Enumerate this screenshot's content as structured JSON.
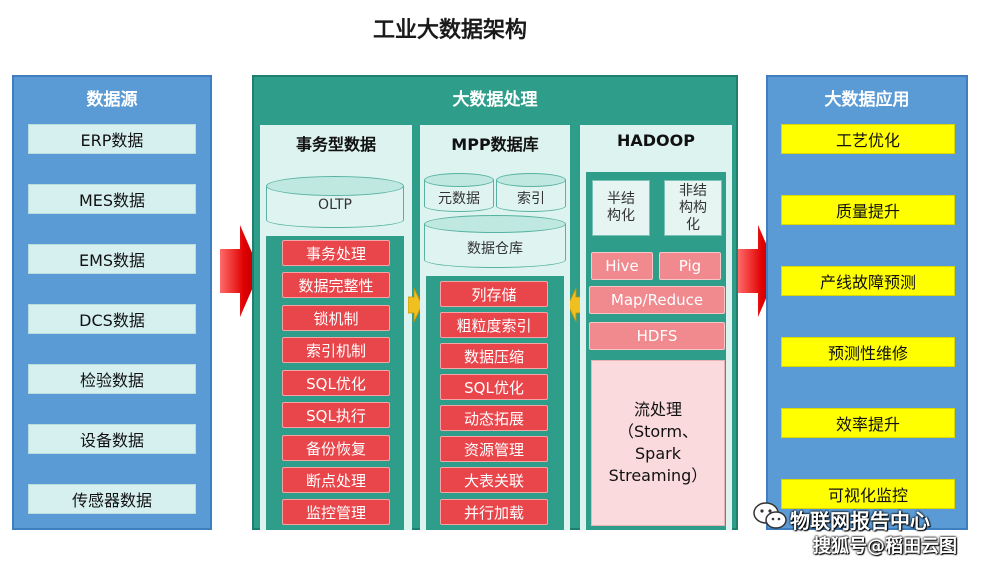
{
  "title": "工业大数据架构",
  "source": {
    "heading": "数据源",
    "items": [
      "ERP数据",
      "MES数据",
      "EMS数据",
      "DCS数据",
      "检验数据",
      "设备数据",
      "传感器数据"
    ]
  },
  "processing": {
    "heading": "大数据处理",
    "transactional": {
      "heading": "事务型数据",
      "oltp": "OLTP",
      "items": [
        "事务处理",
        "数据完整性",
        "锁机制",
        "索引机制",
        "SQL优化",
        "SQL执行",
        "备份恢复",
        "断点处理",
        "监控管理"
      ]
    },
    "mpp": {
      "heading": "MPP数据库",
      "metadata": "元数据",
      "index": "索引",
      "warehouse": "数据仓库",
      "items": [
        "列存储",
        "粗粒度索引",
        "数据压缩",
        "SQL优化",
        "动态拓展",
        "资源管理",
        "大表关联",
        "并行加载"
      ]
    },
    "hadoop": {
      "heading": "HADOOP",
      "semi_structured": "半结\n构化",
      "unstructured": "非结\n构构\n化",
      "hive": "Hive",
      "pig": "Pig",
      "mapreduce": "Map/Reduce",
      "hdfs": "HDFS",
      "stream": "流处理\n（Storm、\nSpark\nStreaming）"
    }
  },
  "application": {
    "heading": "大数据应用",
    "items": [
      "工艺优化",
      "质量提升",
      "产线故障预测",
      "预测性维修",
      "效率提升",
      "可视化监控"
    ]
  },
  "watermark": {
    "line1": "物联网报告中心",
    "line2": "搜狐号@稻田云图"
  }
}
